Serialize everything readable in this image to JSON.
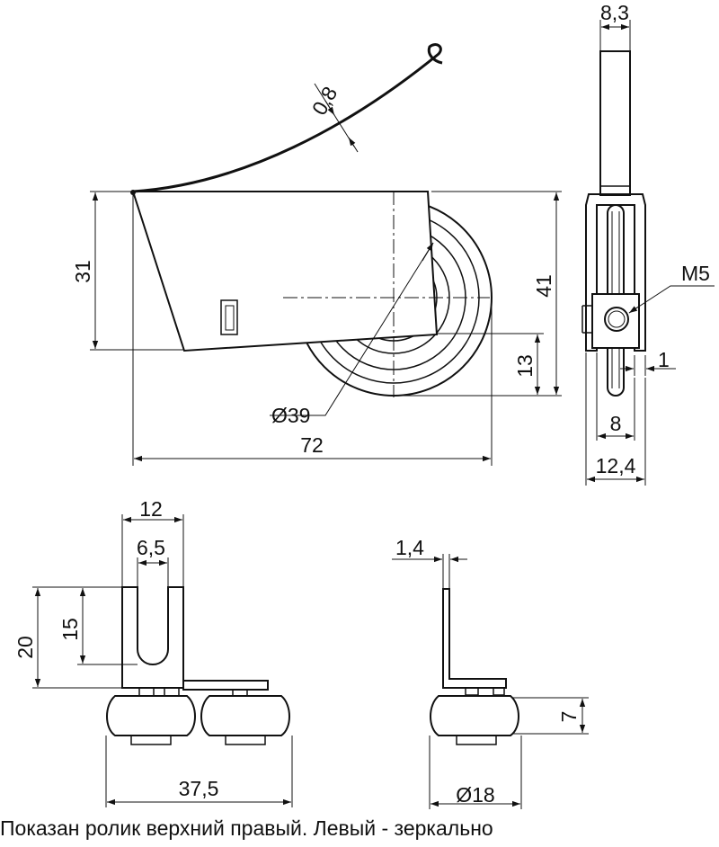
{
  "dimensions": {
    "thickness_08": "0,8",
    "height_31": "31",
    "diameter_39": "Ø39",
    "length_72": "72",
    "height_13": "13",
    "height_41": "41",
    "width_83": "8,3",
    "thread_m5": "M5",
    "gap_1": "1",
    "width_8": "8",
    "width_124": "12,4",
    "width_12": "12",
    "slot_65": "6,5",
    "height_20": "20",
    "height_15": "15",
    "length_375": "37,5",
    "thickness_14": "1,4",
    "height_7": "7",
    "diameter_18": "Ø18"
  },
  "caption": "Показан ролик верхний правый. Левый - зеркально",
  "colors": {
    "line": "#111111",
    "background": "#ffffff"
  }
}
